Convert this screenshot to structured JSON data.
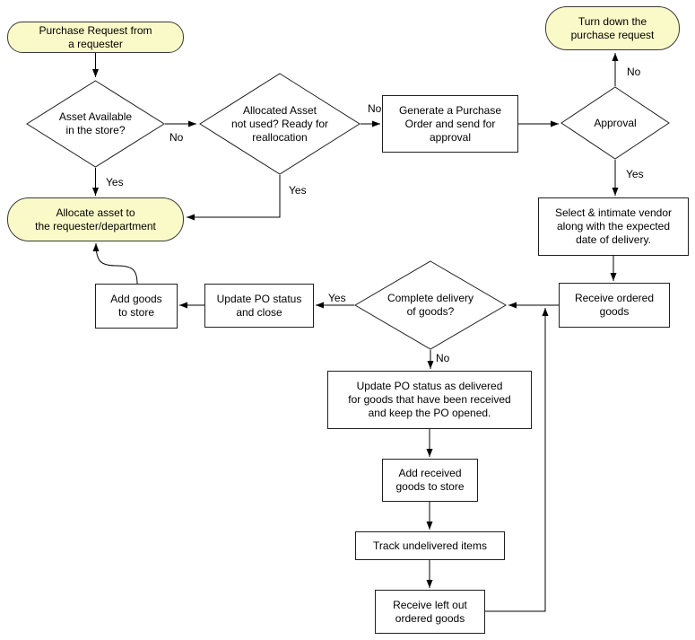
{
  "diagram": {
    "type": "flowchart",
    "subject": "Purchase request and goods delivery workflow",
    "colors": {
      "background": "#ffffff",
      "terminator_fill": "#fafac8",
      "process_fill": "#ffffff",
      "stroke": "#1f1f1f",
      "text": "#000000"
    },
    "nodes": {
      "purchase_request": {
        "type": "terminator",
        "lines": [
          "Purchase Request from",
          "a requester"
        ]
      },
      "asset_available": {
        "type": "decision",
        "lines": [
          "Asset Available",
          "in the store?"
        ]
      },
      "allocated_asset": {
        "type": "decision",
        "lines": [
          "Allocated Asset",
          "not used? Ready for",
          "reallocation"
        ]
      },
      "generate_po": {
        "type": "process",
        "lines": [
          "Generate a Purchase",
          "Order and send for",
          "approval"
        ]
      },
      "approval": {
        "type": "decision",
        "lines": [
          "Approval"
        ]
      },
      "turn_down": {
        "type": "terminator",
        "lines": [
          "Turn down the",
          "purchase request"
        ]
      },
      "select_vendor": {
        "type": "process",
        "lines": [
          "Select & intimate vendor",
          "along with the expected",
          "date of delivery."
        ]
      },
      "allocate_asset": {
        "type": "terminator",
        "lines": [
          "Allocate asset to",
          "the requester/department"
        ]
      },
      "receive_ordered": {
        "type": "process",
        "lines": [
          "Receive ordered",
          "goods"
        ]
      },
      "complete_delivery": {
        "type": "decision",
        "lines": [
          "Complete delivery",
          "of goods?"
        ]
      },
      "update_po_close": {
        "type": "process",
        "lines": [
          "Update PO status",
          "and close"
        ]
      },
      "add_goods_store": {
        "type": "process",
        "lines": [
          "Add goods",
          "to store"
        ]
      },
      "update_po_delivered": {
        "type": "process",
        "lines": [
          "Update PO status as delivered",
          "for goods that have been received",
          "and keep the PO opened."
        ]
      },
      "add_received_goods": {
        "type": "process",
        "lines": [
          "Add received",
          "goods to store"
        ]
      },
      "track_undelivered": {
        "type": "process",
        "lines": [
          "Track undelivered items"
        ]
      },
      "receive_left_out": {
        "type": "process",
        "lines": [
          "Receive left out",
          "ordered goods"
        ]
      }
    },
    "edge_labels": {
      "asset_no": "No",
      "asset_yes": "Yes",
      "alloc_no": "No",
      "alloc_yes": "Yes",
      "approval_no": "No",
      "approval_yes": "Yes",
      "delivery_yes": "Yes",
      "delivery_no": "No"
    }
  }
}
